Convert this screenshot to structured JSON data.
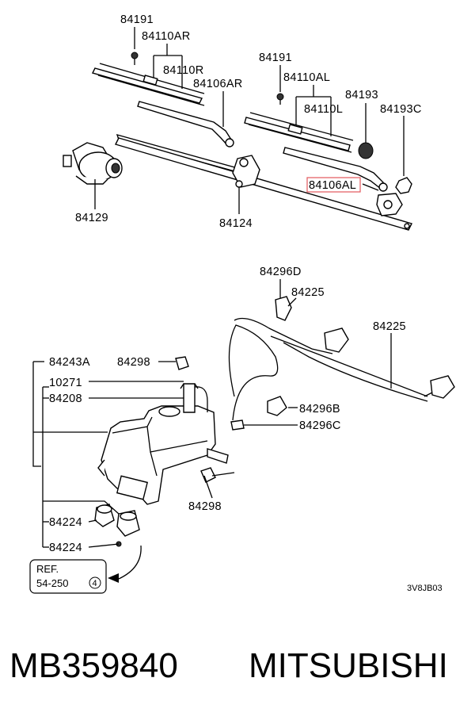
{
  "labels": {
    "l84191a": "84191",
    "l84110AR": "84110AR",
    "l84110R": "84110R",
    "l84106AR": "84106AR",
    "l84191b": "84191",
    "l84110AL": "84110AL",
    "l84193": "84193",
    "l84110L": "84110L",
    "l84193C": "84193C",
    "l84106AL": "84106AL",
    "l84129": "84129",
    "l84124": "84124",
    "l84296D": "84296D",
    "l84225a": "84225",
    "l84225b": "84225",
    "l84243A": "84243A",
    "l84298a": "84298",
    "l10271": "10271",
    "l84208": "84208",
    "l84296B": "84296B",
    "l84296C": "84296C",
    "l84298b": "84298",
    "l84224a": "84224",
    "l84224b": "84224"
  },
  "reference": {
    "line1": "REF.",
    "line2": "54-250",
    "circle": "4"
  },
  "diagram_code": "3V8JB03",
  "footer": {
    "part_number": "MB359840",
    "brand": "MITSUBISHI"
  },
  "highlight_color": "#e2575c"
}
